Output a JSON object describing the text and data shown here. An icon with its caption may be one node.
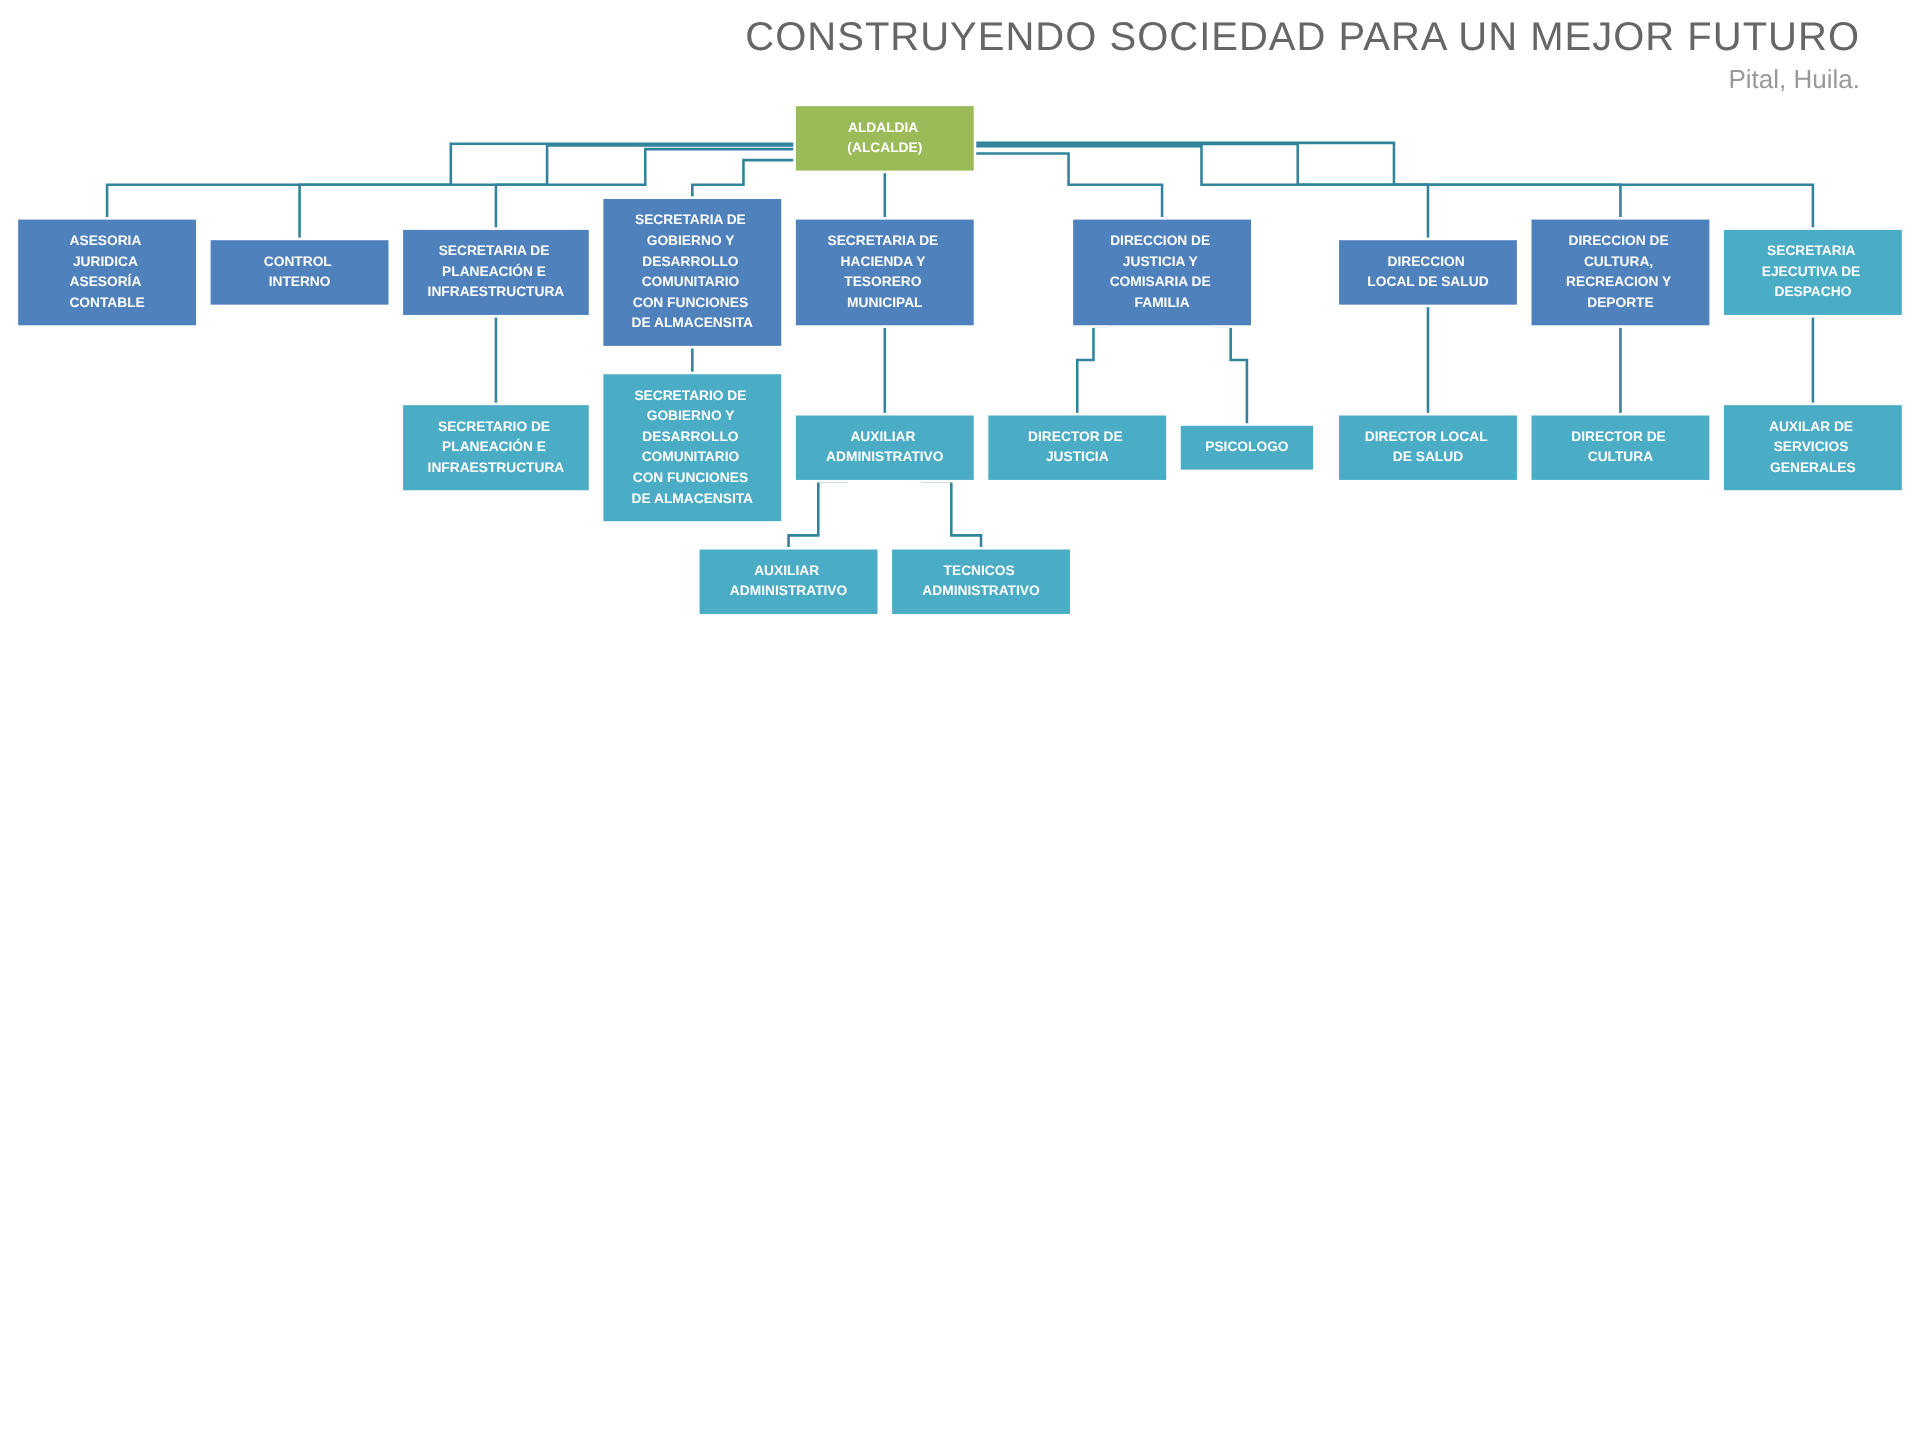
{
  "diagram": {
    "title": "CONSTRUYENDO SOCIEDAD PARA UN MEJOR FUTURO",
    "nodes": [
      {
        "text": [
          "ALDALDIA (ALCALDE)"
        ]
      },
      {
        "text": [
          "ASESORIA JURIDICA ASESORÍA CONTABLE"
        ]
      },
      {
        "text": [
          "CONTROL INTERNO"
        ]
      },
      {
        "text": [
          "SECRETARIA DE PLANEACIÓN E INFRAESTRUCTURA"
        ]
      },
      {
        "text": [
          "SECRETARIO DE PLANEACIÓN E INFRAESTRUCTURA"
        ]
      },
      {
        "text": [
          "SECRETARIA DE GOBIERNO Y DESARROLLO COMUNITARIO CON FUNCIONES DE ALMACENSITA"
        ]
      },
      {
        "text": [
          "SECRETARIO DE GOBIERNO Y DESARROLLO COMUNITARIO CON FUNCIONES DE ALMACENSITA"
        ]
      },
      {
        "text": [
          "SECRETARIA DE HACIENDA Y TESORERO MUNICIPAL"
        ]
      },
      {
        "text": [
          "AUXILIAR ADMINISTRATIVO"
        ]
      },
      {
        "text": [
          "AUXILIAR ADMINISTRATIVO"
        ]
      },
      {
        "text": [
          "TECNICOS ADMINISTRATIVO"
        ]
      },
      {
        "text": [
          "DIRECCION DE JUSTICIA Y COMISARIA DE FAMILIA"
        ]
      },
      {
        "text": [
          "DIRECTOR DE JUSTICIA"
        ]
      },
      {
        "text": [
          "PSICOLOGO"
        ]
      },
      {
        "text": [
          "DIRECCION LOCAL DE SALUD"
        ]
      },
      {
        "text": [
          "DIRECTOR LOCAL DE SALUD"
        ]
      },
      {
        "text": [
          "DIRECCION DE CULTURA, RECREACION Y DEPORTE"
        ]
      },
      {
        "text": [
          "DIRECTOR DE CULTURA"
        ]
      },
      {
        "text": [
          "SECRETARIA EJECUTIVA DE DESPACHO"
        ]
      },
      {
        "text": [
          "AUXILAR DE SERVICIOS GENERALES"
        ]
      }
    ],
    "edges": [
      {
        "from": 0,
        "to": 1,
        "arrow": "none"
      },
      {
        "from": 0,
        "to": 2,
        "arrow": "none"
      },
      {
        "from": 0,
        "to": 3,
        "arrow": "none"
      },
      {
        "from": 0,
        "to": 5,
        "arrow": "none"
      },
      {
        "from": 0,
        "to": 7,
        "arrow": "none"
      },
      {
        "from": 0,
        "to": 11,
        "arrow": "none"
      },
      {
        "from": 0,
        "to": 14,
        "arrow": "none"
      },
      {
        "from": 0,
        "to": 16,
        "arrow": "none"
      },
      {
        "from": 0,
        "to": 18,
        "arrow": "none"
      },
      {
        "from": 3,
        "to": 4,
        "arrow": "none"
      },
      {
        "from": 5,
        "to": 6,
        "arrow": "none"
      },
      {
        "from": 7,
        "to": 8,
        "arrow": "none"
      },
      {
        "from": 8,
        "to": 9,
        "arrow": "none"
      },
      {
        "from": 8,
        "to": 10,
        "arrow": "none"
      },
      {
        "from": 11,
        "to": 12,
        "arrow": "none"
      },
      {
        "from": 11,
        "to": 13,
        "arrow": "none"
      },
      {
        "from": 14,
        "to": 15,
        "arrow": "none"
      },
      {
        "from": 16,
        "to": 17,
        "arrow": "none"
      },
      {
        "from": 18,
        "to": 19,
        "arrow": "none"
      }
    ],
    "labels": [
      "Pital, Huila."
    ]
  }
}
